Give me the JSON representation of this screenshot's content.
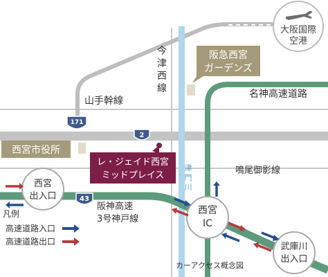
{
  "labels": {
    "airport": [
      "大阪国際",
      "空港"
    ],
    "garden": [
      "阪急西宮",
      "ガーデンズ"
    ],
    "imazu": [
      "今",
      "津",
      "西",
      "線"
    ],
    "yamate": "山手幹線",
    "meishin": "名神高速道路",
    "route171": "171",
    "route2": "2",
    "route43": "43",
    "cityhall": "西宮市役所",
    "property": [
      "レ・ジェイド西宮",
      "ミッドプレイス"
    ],
    "tsumon": [
      "津",
      "門",
      "川"
    ],
    "naruo": "鳴尾御影線",
    "nishinomiya_ramp": [
      "西宮",
      "出入口"
    ],
    "hanshin_expwy": [
      "阪神高速",
      "3号神戸線"
    ],
    "nishinomiya_ic": [
      "西宮",
      "IC"
    ],
    "mukogawa_ramp": [
      "武庫川",
      "出入口"
    ],
    "legend_title": "凡例",
    "legend_entrance": "高速道路入口",
    "legend_exit": "高速道路出口",
    "caption": "カーアクセス概念図"
  },
  "colors": {
    "expressway": "#5e9a7c",
    "road": "#c9c9c9",
    "arterial": "#bcbcbc",
    "river": "#aed6ec",
    "label_box": "#a59a79",
    "property_box": "#7d1e47",
    "entrance_arrow": "#274f8f",
    "exit_arrow": "#b8393d",
    "route_shield": "#3f5a8c"
  },
  "icons": {
    "airport": "airplane-icon",
    "property": "location-dot-icon"
  }
}
